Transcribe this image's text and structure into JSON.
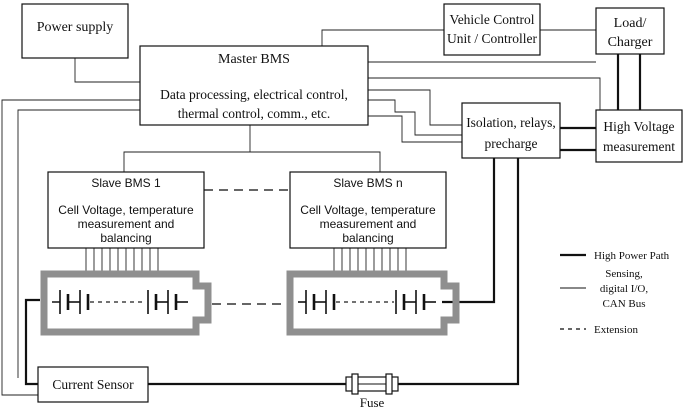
{
  "blocks": {
    "power_supply": "Power supply",
    "master_bms_title": "Master BMS",
    "master_bms_desc_1": "Data processing, electrical control,",
    "master_bms_desc_2": "thermal control, comm., etc.",
    "vcu_1": "Vehicle Control",
    "vcu_2": "Unit / Controller",
    "load_1": "Load/",
    "load_2": "Charger",
    "isolation_1": "Isolation, relays,",
    "isolation_2": "precharge",
    "hv_1": "High Voltage",
    "hv_2": "measurement",
    "slave1_title": "Slave BMS 1",
    "slaven_title": "Slave BMS n",
    "slave_desc_1": "Cell Voltage, temperature",
    "slave_desc_2": "measurement and",
    "slave_desc_3": "balancing",
    "current_sensor": "Current Sensor",
    "fuse": "Fuse"
  },
  "legend": {
    "high_power": "High Power Path",
    "sensing_1": "Sensing,",
    "sensing_2": "digital I/O,",
    "sensing_3": "CAN Bus",
    "extension": "Extension"
  }
}
